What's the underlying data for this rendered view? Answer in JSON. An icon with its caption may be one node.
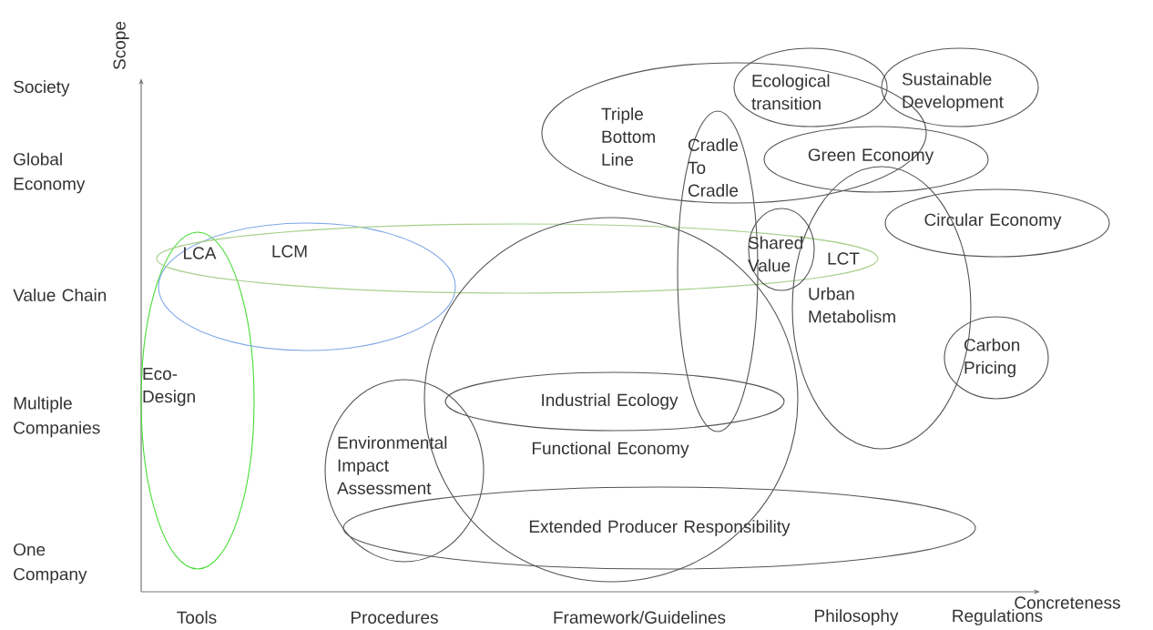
{
  "diagram": {
    "nodes": [
      {
        "text": [
          "Eco- Design"
        ]
      },
      {
        "text": [
          "LCM"
        ]
      },
      {
        "text": [
          "LCT"
        ]
      },
      {
        "text": [
          "Triple Bottom Line"
        ]
      },
      {
        "text": [
          "Ecological transition"
        ]
      },
      {
        "text": [
          "Sustainable Development"
        ]
      },
      {
        "text": [
          "Cradle To Cradle"
        ]
      },
      {
        "text": [
          "Green Economy"
        ]
      },
      {
        "text": [
          "Shared Value"
        ]
      },
      {
        "text": [
          "Circular Economy"
        ]
      },
      {
        "text": [
          "Urban Metabolism"
        ]
      },
      {
        "text": [
          "Carbon Pricing"
        ]
      },
      {
        "text": [
          "Functional Economy"
        ]
      },
      {
        "text": [
          "Industrial Ecology"
        ],
        "in": 12
      },
      {
        "text": [
          "Environmental Impact Assessment"
        ]
      },
      {
        "text": [
          "Extended Producer Responsibility"
        ]
      }
    ],
    "labels": [
      "Scope",
      "Society",
      "Global Economy",
      "LCA",
      "Value Chain",
      "Multiple Companies",
      "One Company",
      "Tools",
      "Procedures",
      "Framework/Guidelines",
      "Philosophy",
      "Concreteness",
      "Regulations"
    ]
  }
}
